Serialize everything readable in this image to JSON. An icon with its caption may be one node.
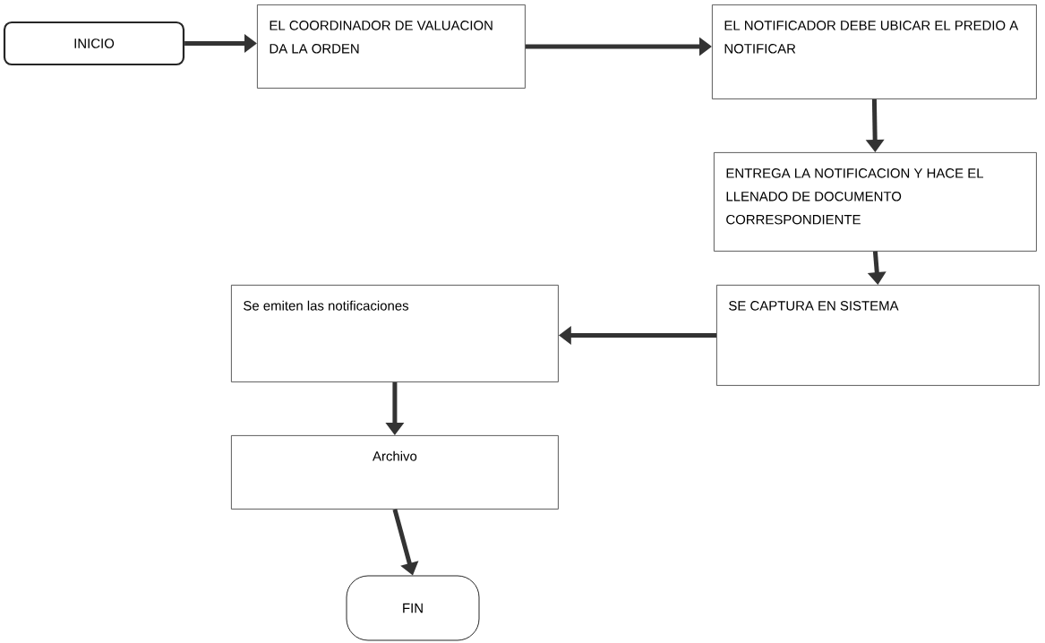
{
  "diagram": {
    "nodes": [
      {
        "text": [
          "INICIO"
        ]
      },
      {
        "text": [
          "EL COORDINADOR DE VALUACION DA LA ORDEN"
        ]
      },
      {
        "text": [
          "EL NOTIFICADOR DEBE UBICAR EL PREDIO A NOTIFICAR"
        ]
      },
      {
        "text": [
          "ENTREGA LA NOTIFICACION Y HACE EL LLENADO DE DOCUMENTO CORRESPONDIENTE"
        ]
      },
      {
        "text": [
          "SE CAPTURA EN SISTEMA"
        ]
      },
      {
        "text": [
          "Se emiten las notificaciones"
        ]
      },
      {
        "text": [
          "Archivo"
        ]
      },
      {
        "text": [
          "FIN"
        ]
      }
    ],
    "edges": [
      {
        "from": 0,
        "to": 1,
        "arrow": "to"
      },
      {
        "from": 1,
        "to": 2,
        "arrow": "to"
      },
      {
        "from": 2,
        "to": 3,
        "arrow": "to"
      },
      {
        "from": 3,
        "to": 4,
        "arrow": "to"
      },
      {
        "from": 4,
        "to": 5,
        "arrow": "to"
      },
      {
        "from": 5,
        "to": 6,
        "arrow": "to"
      },
      {
        "from": 6,
        "to": 7,
        "arrow": "to"
      }
    ]
  }
}
